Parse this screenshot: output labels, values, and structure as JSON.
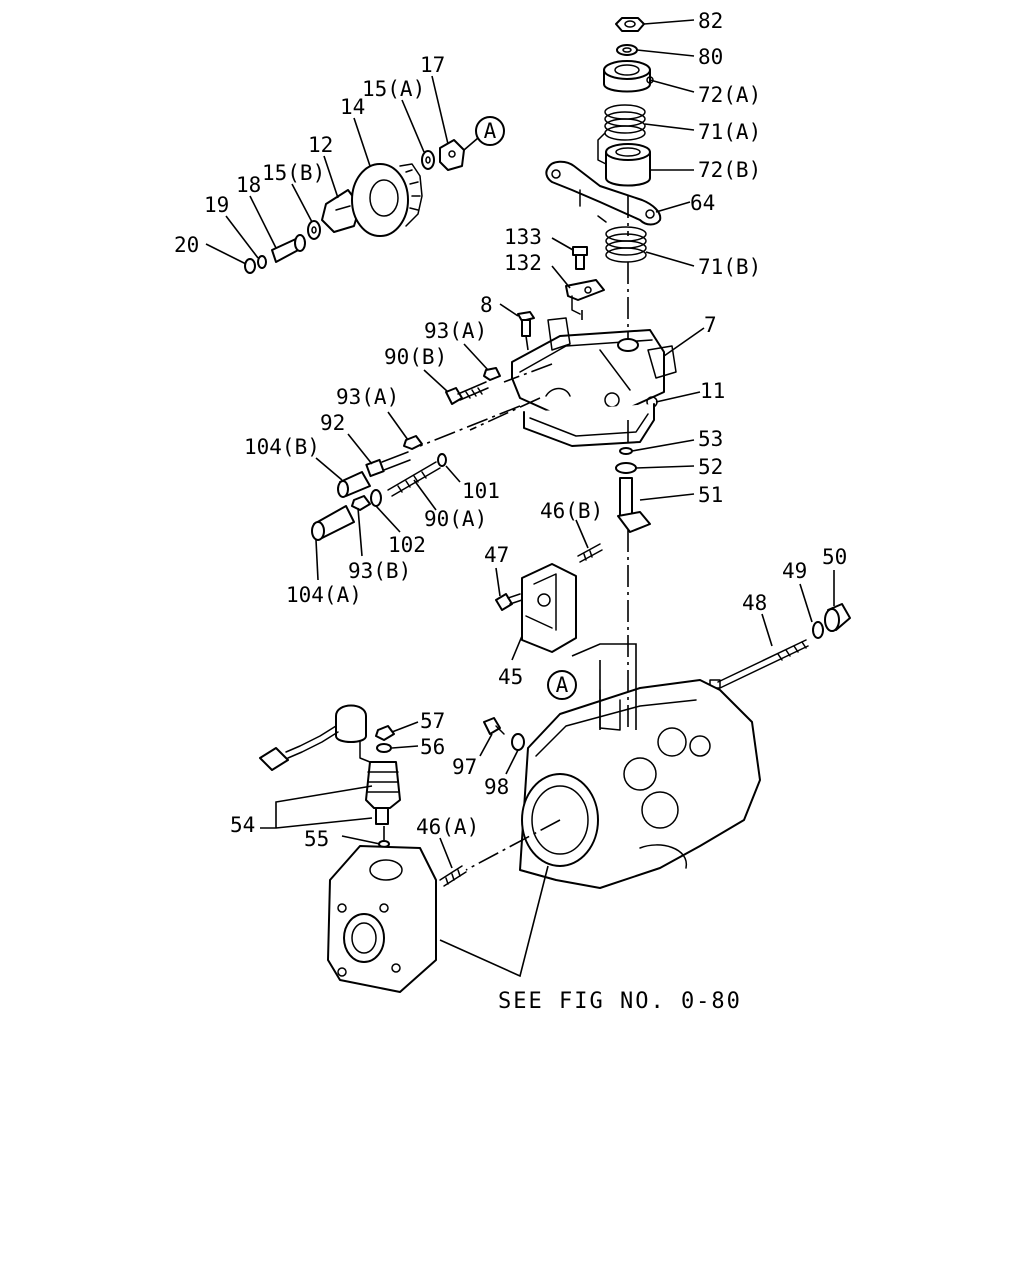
{
  "callouts": {
    "c82": "82",
    "c80": "80",
    "c72a": "72(A)",
    "c71a": "71(A)",
    "c72b": "72(B)",
    "c64": "64",
    "c71b": "71(B)",
    "c133": "133",
    "c132": "132",
    "c8": "8",
    "c7": "7",
    "c93a_top": "93(A)",
    "c90b": "90(B)",
    "c11": "11",
    "c93a_mid": "93(A)",
    "c92": "92",
    "c104b": "104(B)",
    "c53": "53",
    "c52": "52",
    "c101": "101",
    "c51": "51",
    "c90a": "90(A)",
    "c46b": "46(B)",
    "c102": "102",
    "c104a": "104(A)",
    "c93b": "93(B)",
    "c47": "47",
    "c45": "45",
    "c48": "48",
    "c49": "49",
    "c50": "50",
    "c57": "57",
    "c56": "56",
    "c97": "97",
    "c98": "98",
    "c54": "54",
    "c55": "55",
    "c46a": "46(A)",
    "c20": "20",
    "c19": "19",
    "c18": "18",
    "c15b": "15(B)",
    "c12": "12",
    "c14": "14",
    "c15a": "15(A)",
    "c17": "17"
  },
  "ref_marks": {
    "top": "A",
    "bottom": "A"
  },
  "see_figure": "SEE FIG NO. 0-80"
}
